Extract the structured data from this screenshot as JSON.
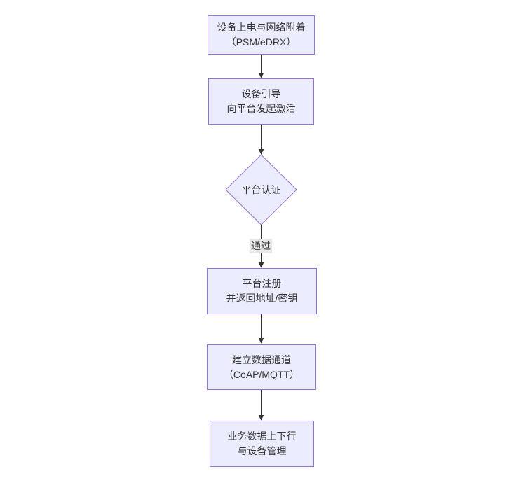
{
  "diagram": {
    "type": "flowchart-top-down",
    "background": "#ffffff",
    "node_fill": "#ECECFF",
    "node_border": "#9370DB",
    "text_color": "#333333",
    "arrow_color": "#333333",
    "edge_label_bg": "#e8e8e8",
    "nodes": [
      {
        "id": "power-attach",
        "shape": "rect",
        "lines": [
          "设备上电与网络附着",
          "（PSM/eDRX）"
        ]
      },
      {
        "id": "bootstrap-activate",
        "shape": "rect",
        "lines": [
          "设备引导",
          "向平台发起激活"
        ]
      },
      {
        "id": "platform-auth",
        "shape": "diamond",
        "lines": [
          "平台认证"
        ]
      },
      {
        "id": "platform-register",
        "shape": "rect",
        "lines": [
          "平台注册",
          "并返回地址/密钥"
        ]
      },
      {
        "id": "data-channel",
        "shape": "rect",
        "lines": [
          "建立数据通道",
          "（CoAP/MQTT）"
        ]
      },
      {
        "id": "business-data",
        "shape": "rect",
        "lines": [
          "业务数据上下行",
          "与设备管理"
        ]
      }
    ],
    "edges": [
      {
        "from": "power-attach",
        "to": "bootstrap-activate",
        "label": ""
      },
      {
        "from": "bootstrap-activate",
        "to": "platform-auth",
        "label": ""
      },
      {
        "from": "platform-auth",
        "to": "platform-register",
        "label": "通过"
      },
      {
        "from": "platform-register",
        "to": "data-channel",
        "label": ""
      },
      {
        "from": "data-channel",
        "to": "business-data",
        "label": ""
      }
    ]
  }
}
